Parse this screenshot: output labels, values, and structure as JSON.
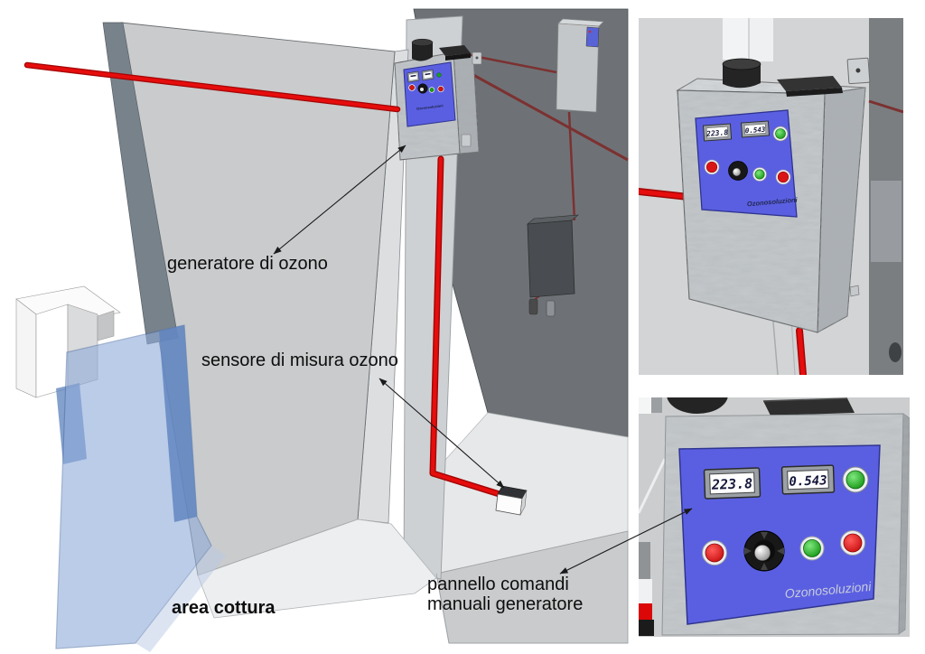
{
  "scene": {
    "labels": {
      "generator": "generatore di ozono",
      "sensor": "sensore di misura ozono",
      "area": "area cottura",
      "panel_line1": "pannello comandi",
      "panel_line2": "manuali generatore"
    }
  },
  "device": {
    "brand": "Ozonosoluzioni",
    "displays": {
      "voltage": "223.8",
      "ozone": "0.543"
    }
  },
  "colors": {
    "panel_blue": "#5a5fe2",
    "cable_red": "#e60d0d",
    "cable_red_dark": "#7c3131",
    "button_red": "#dd1111",
    "button_green": "#1fae1f",
    "wall_light": "#c9cbcc",
    "wall_dark": "#6e7276",
    "glass_blue": "#8fabd9",
    "granite_gray": "#c6cacd"
  }
}
